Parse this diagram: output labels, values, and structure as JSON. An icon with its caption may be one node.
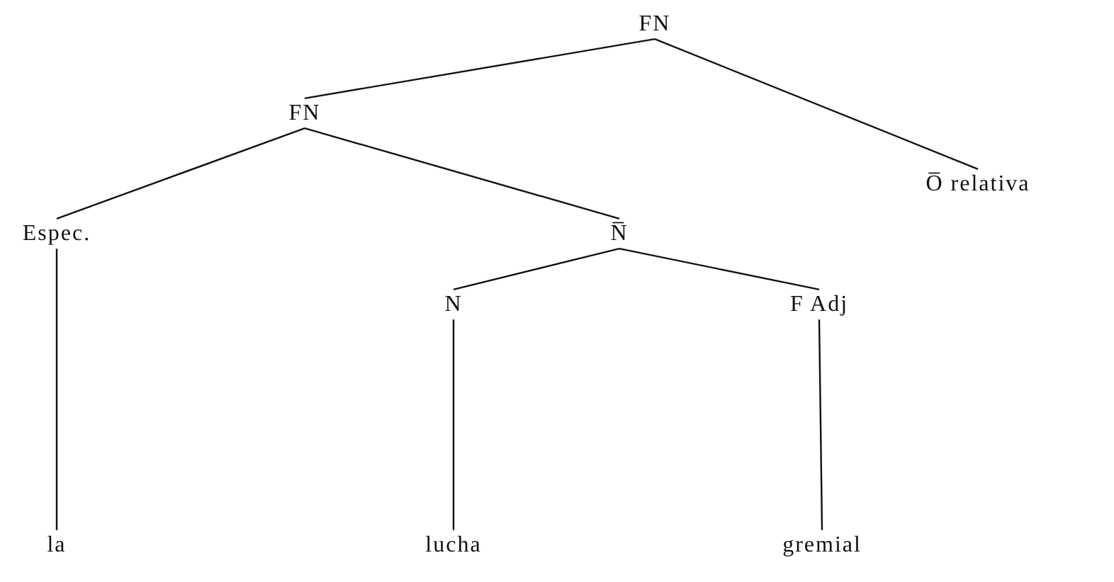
{
  "diagram": {
    "nodes": [
      {
        "text": [
          "FN"
        ]
      },
      {
        "text": [
          "FN"
        ]
      },
      {
        "text": [
          "O̅ relativa"
        ]
      },
      {
        "text": [
          "Espec."
        ]
      },
      {
        "text": [
          "N̅"
        ]
      },
      {
        "text": [
          "N"
        ]
      },
      {
        "text": [
          "F Adj"
        ]
      },
      {
        "text": [
          "la"
        ]
      },
      {
        "text": [
          "lucha"
        ]
      },
      {
        "text": [
          "gremial"
        ]
      }
    ],
    "edges": [
      {
        "from": 0,
        "to": 1,
        "arrow": "none"
      },
      {
        "from": 0,
        "to": 2,
        "arrow": "none"
      },
      {
        "from": 1,
        "to": 3,
        "arrow": "none"
      },
      {
        "from": 1,
        "to": 4,
        "arrow": "none"
      },
      {
        "from": 3,
        "to": 7,
        "arrow": "none"
      },
      {
        "from": 4,
        "to": 5,
        "arrow": "none"
      },
      {
        "from": 4,
        "to": 6,
        "arrow": "none"
      },
      {
        "from": 5,
        "to": 8,
        "arrow": "none"
      },
      {
        "from": 6,
        "to": 9,
        "arrow": "none"
      }
    ]
  }
}
